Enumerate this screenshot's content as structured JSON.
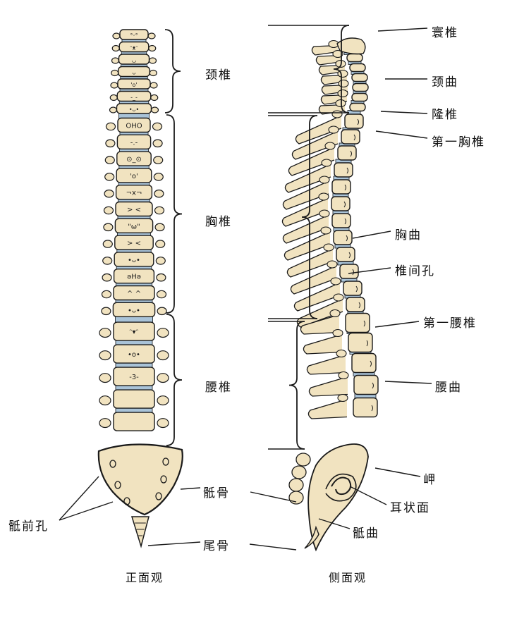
{
  "colors": {
    "bone": "#f1e3c0",
    "disc": "#a9c3d8",
    "outline": "#1a1a1a",
    "background": "#ffffff"
  },
  "front_view": {
    "caption": "正面观",
    "labels": {
      "cervical": "颈椎",
      "thoracic": "胸椎",
      "lumbar": "腰椎",
      "sacrum": "骶骨",
      "coccyx": "尾骨",
      "sacral_foramina": "骶前孔"
    },
    "vertebra_faces": [
      "°ᵕ°",
      "ᵔᴥᵔ",
      "◡",
      "ᴗ",
      "'o'",
      "-_-",
      "•ᴗ•",
      "OHO",
      "-.-",
      "⊙_⊙",
      "'o'",
      "¬x¬",
      "> <",
      "\"ω\"",
      "> <",
      "•ᴗ•",
      "ǝHǝ",
      "^ ^",
      "•ᴗ•",
      "ᵔ▾ᵔ",
      "•o•",
      "-3-"
    ]
  },
  "side_view": {
    "caption": "侧面观",
    "labels": {
      "atlas": "寰椎",
      "cervical_curve": "颈曲",
      "prominens": "隆椎",
      "first_thoracic": "第一胸椎",
      "thoracic_curve": "胸曲",
      "intervertebral_foramen": "椎间孔",
      "first_lumbar": "第一腰椎",
      "lumbar_curve": "腰曲",
      "promontory": "岬",
      "auricular_surface": "耳状面",
      "sacral_curve": "骶曲"
    }
  }
}
